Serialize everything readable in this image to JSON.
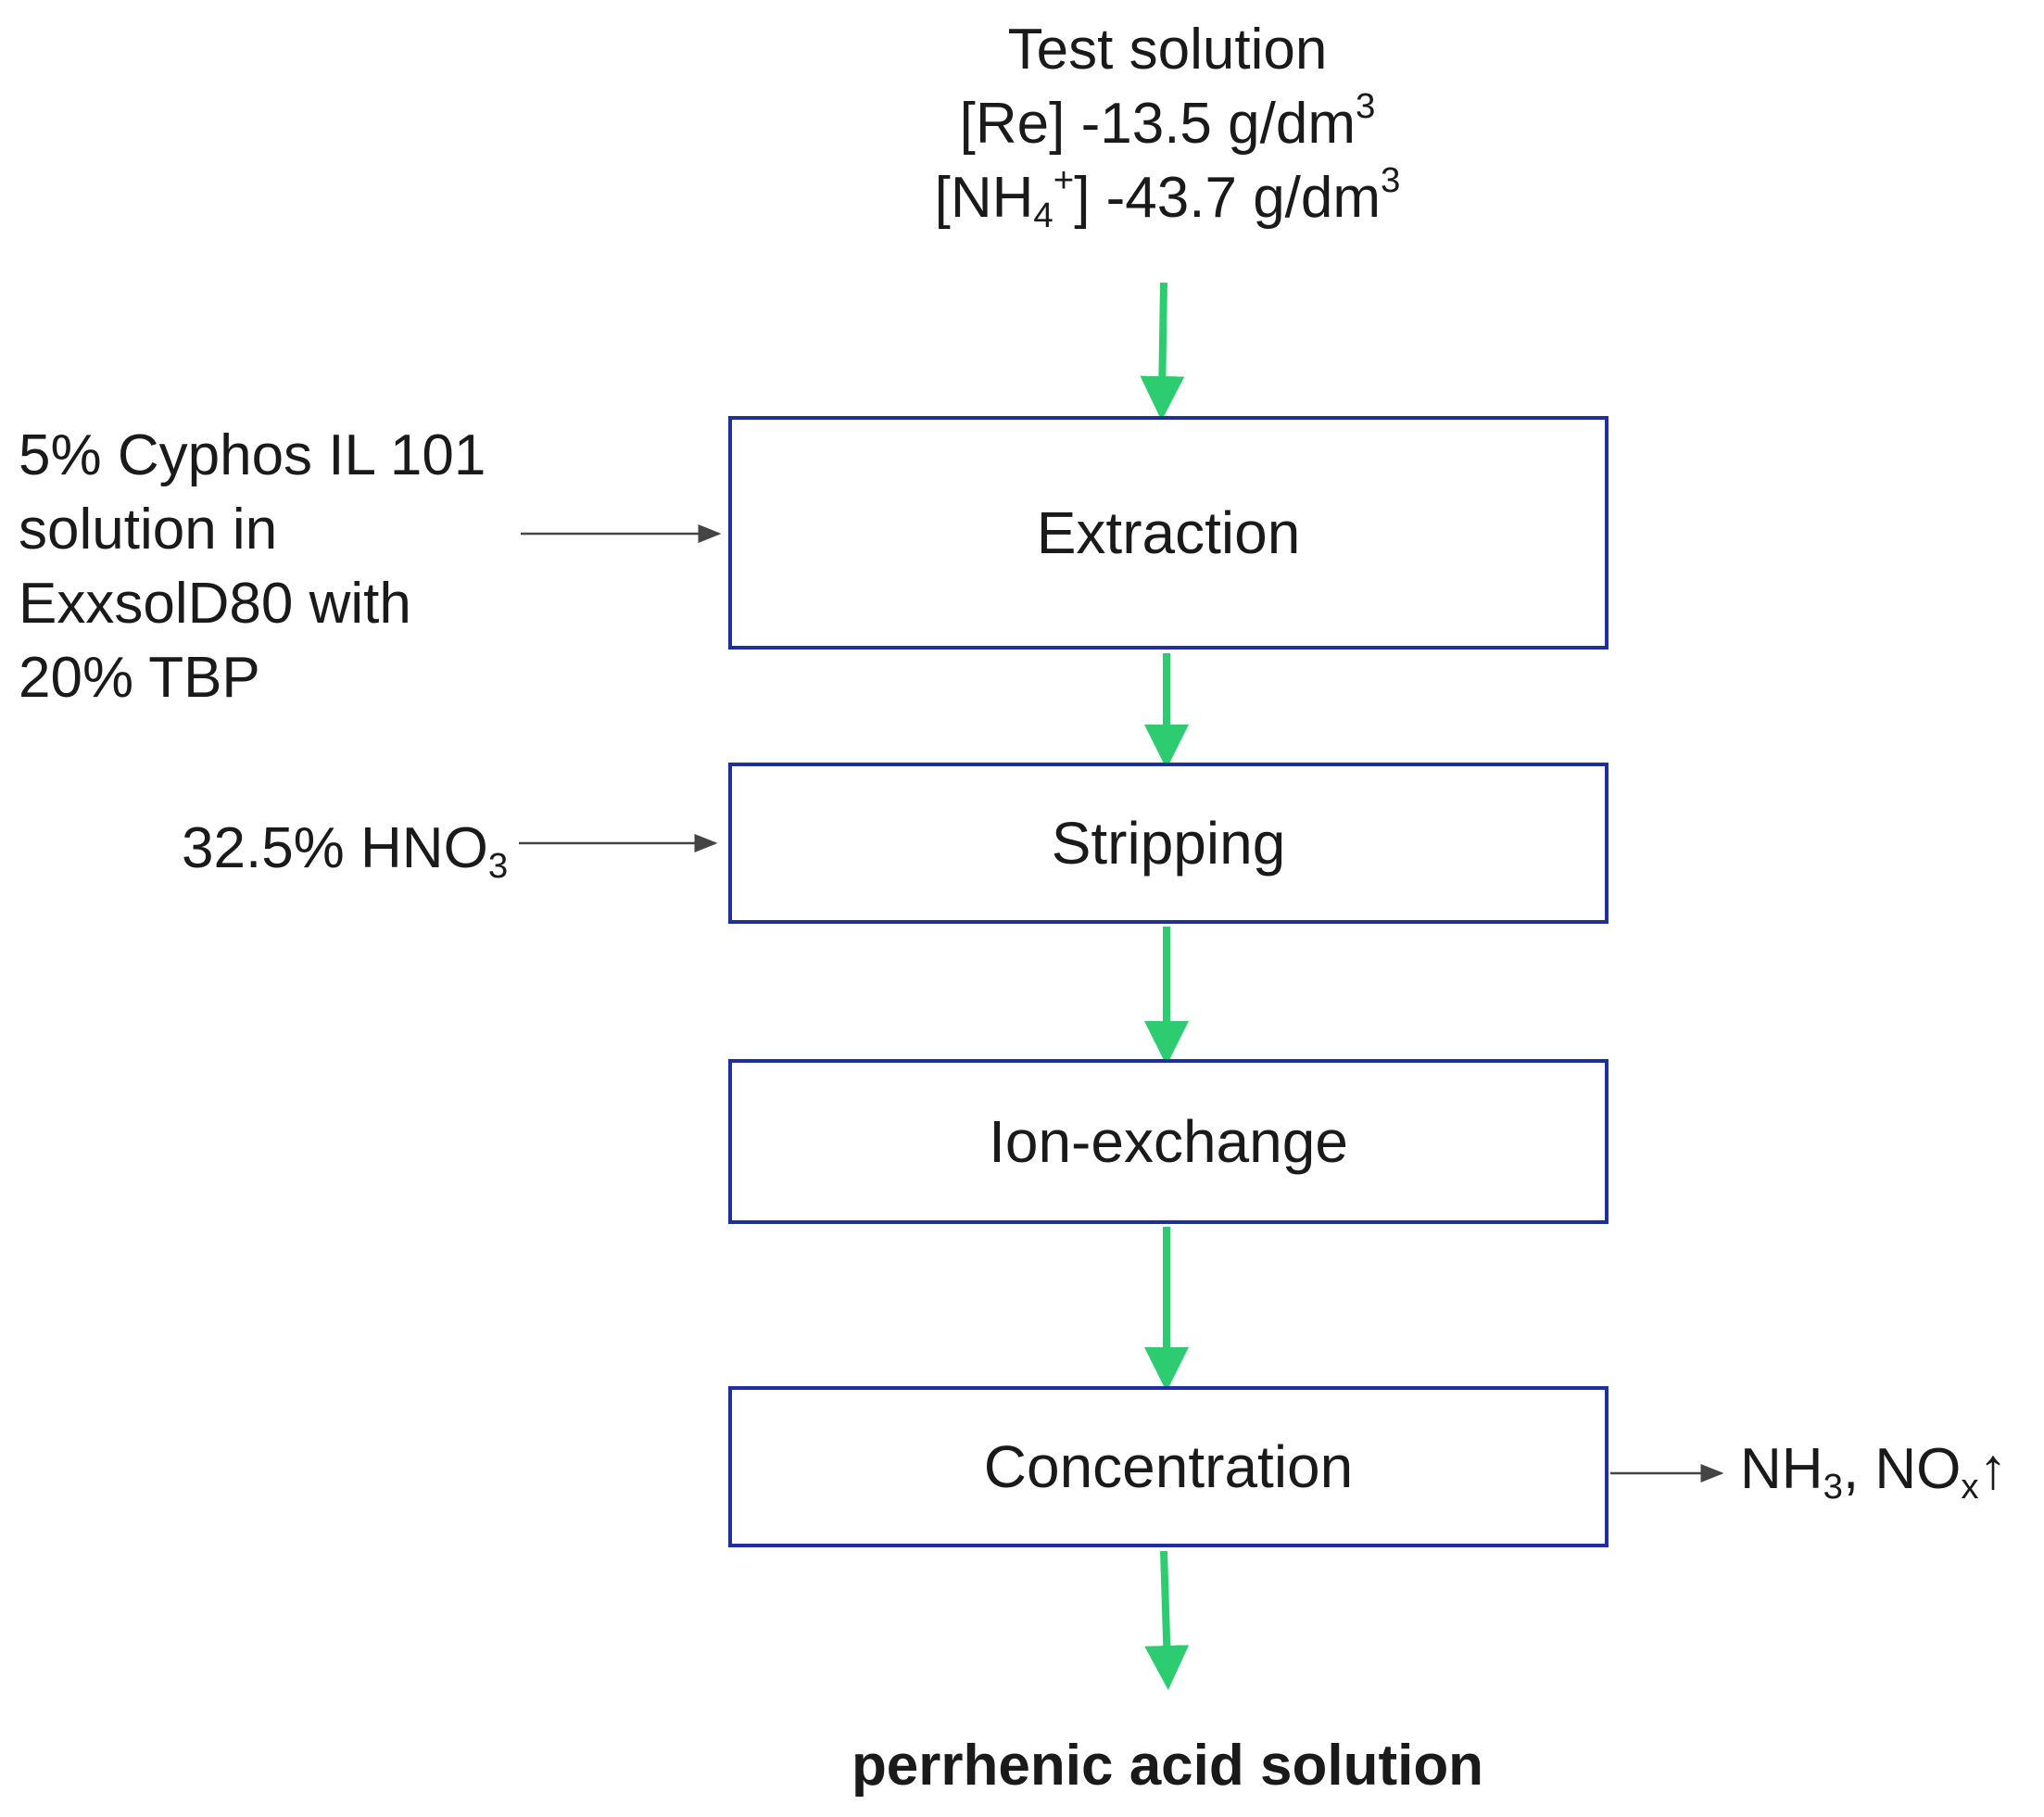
{
  "feed": {
    "line1": "Test solution",
    "line2_main": "[Re] -13.5 g/dm",
    "line2_sup": "3",
    "line3_a": "[NH",
    "line3_sub": "4",
    "line3_sup": "+",
    "line3_b": "] -43.7 g/dm",
    "line3_sup2": "3"
  },
  "steps": [
    {
      "label": "Extraction"
    },
    {
      "label": "Stripping"
    },
    {
      "label": "Ion-exchange"
    },
    {
      "label": "Concentration"
    }
  ],
  "inputs": {
    "extraction_reagent": [
      "5% Cyphos IL 101",
      "solution in",
      "ExxsolD80 with",
      "20% TBP"
    ],
    "stripping_reagent_main": "32.5% HNO",
    "stripping_reagent_sub": "3"
  },
  "outputs": {
    "gas_a": "NH",
    "gas_a_sub": "3",
    "gas_sep": ", NO",
    "gas_b_sub": "x",
    "gas_arrow": "↑"
  },
  "product": "perrhenic acid solution",
  "colors": {
    "main_flow": "#2ecc71",
    "box_border": "#1f2fa0",
    "side_arrow": "#444444"
  }
}
